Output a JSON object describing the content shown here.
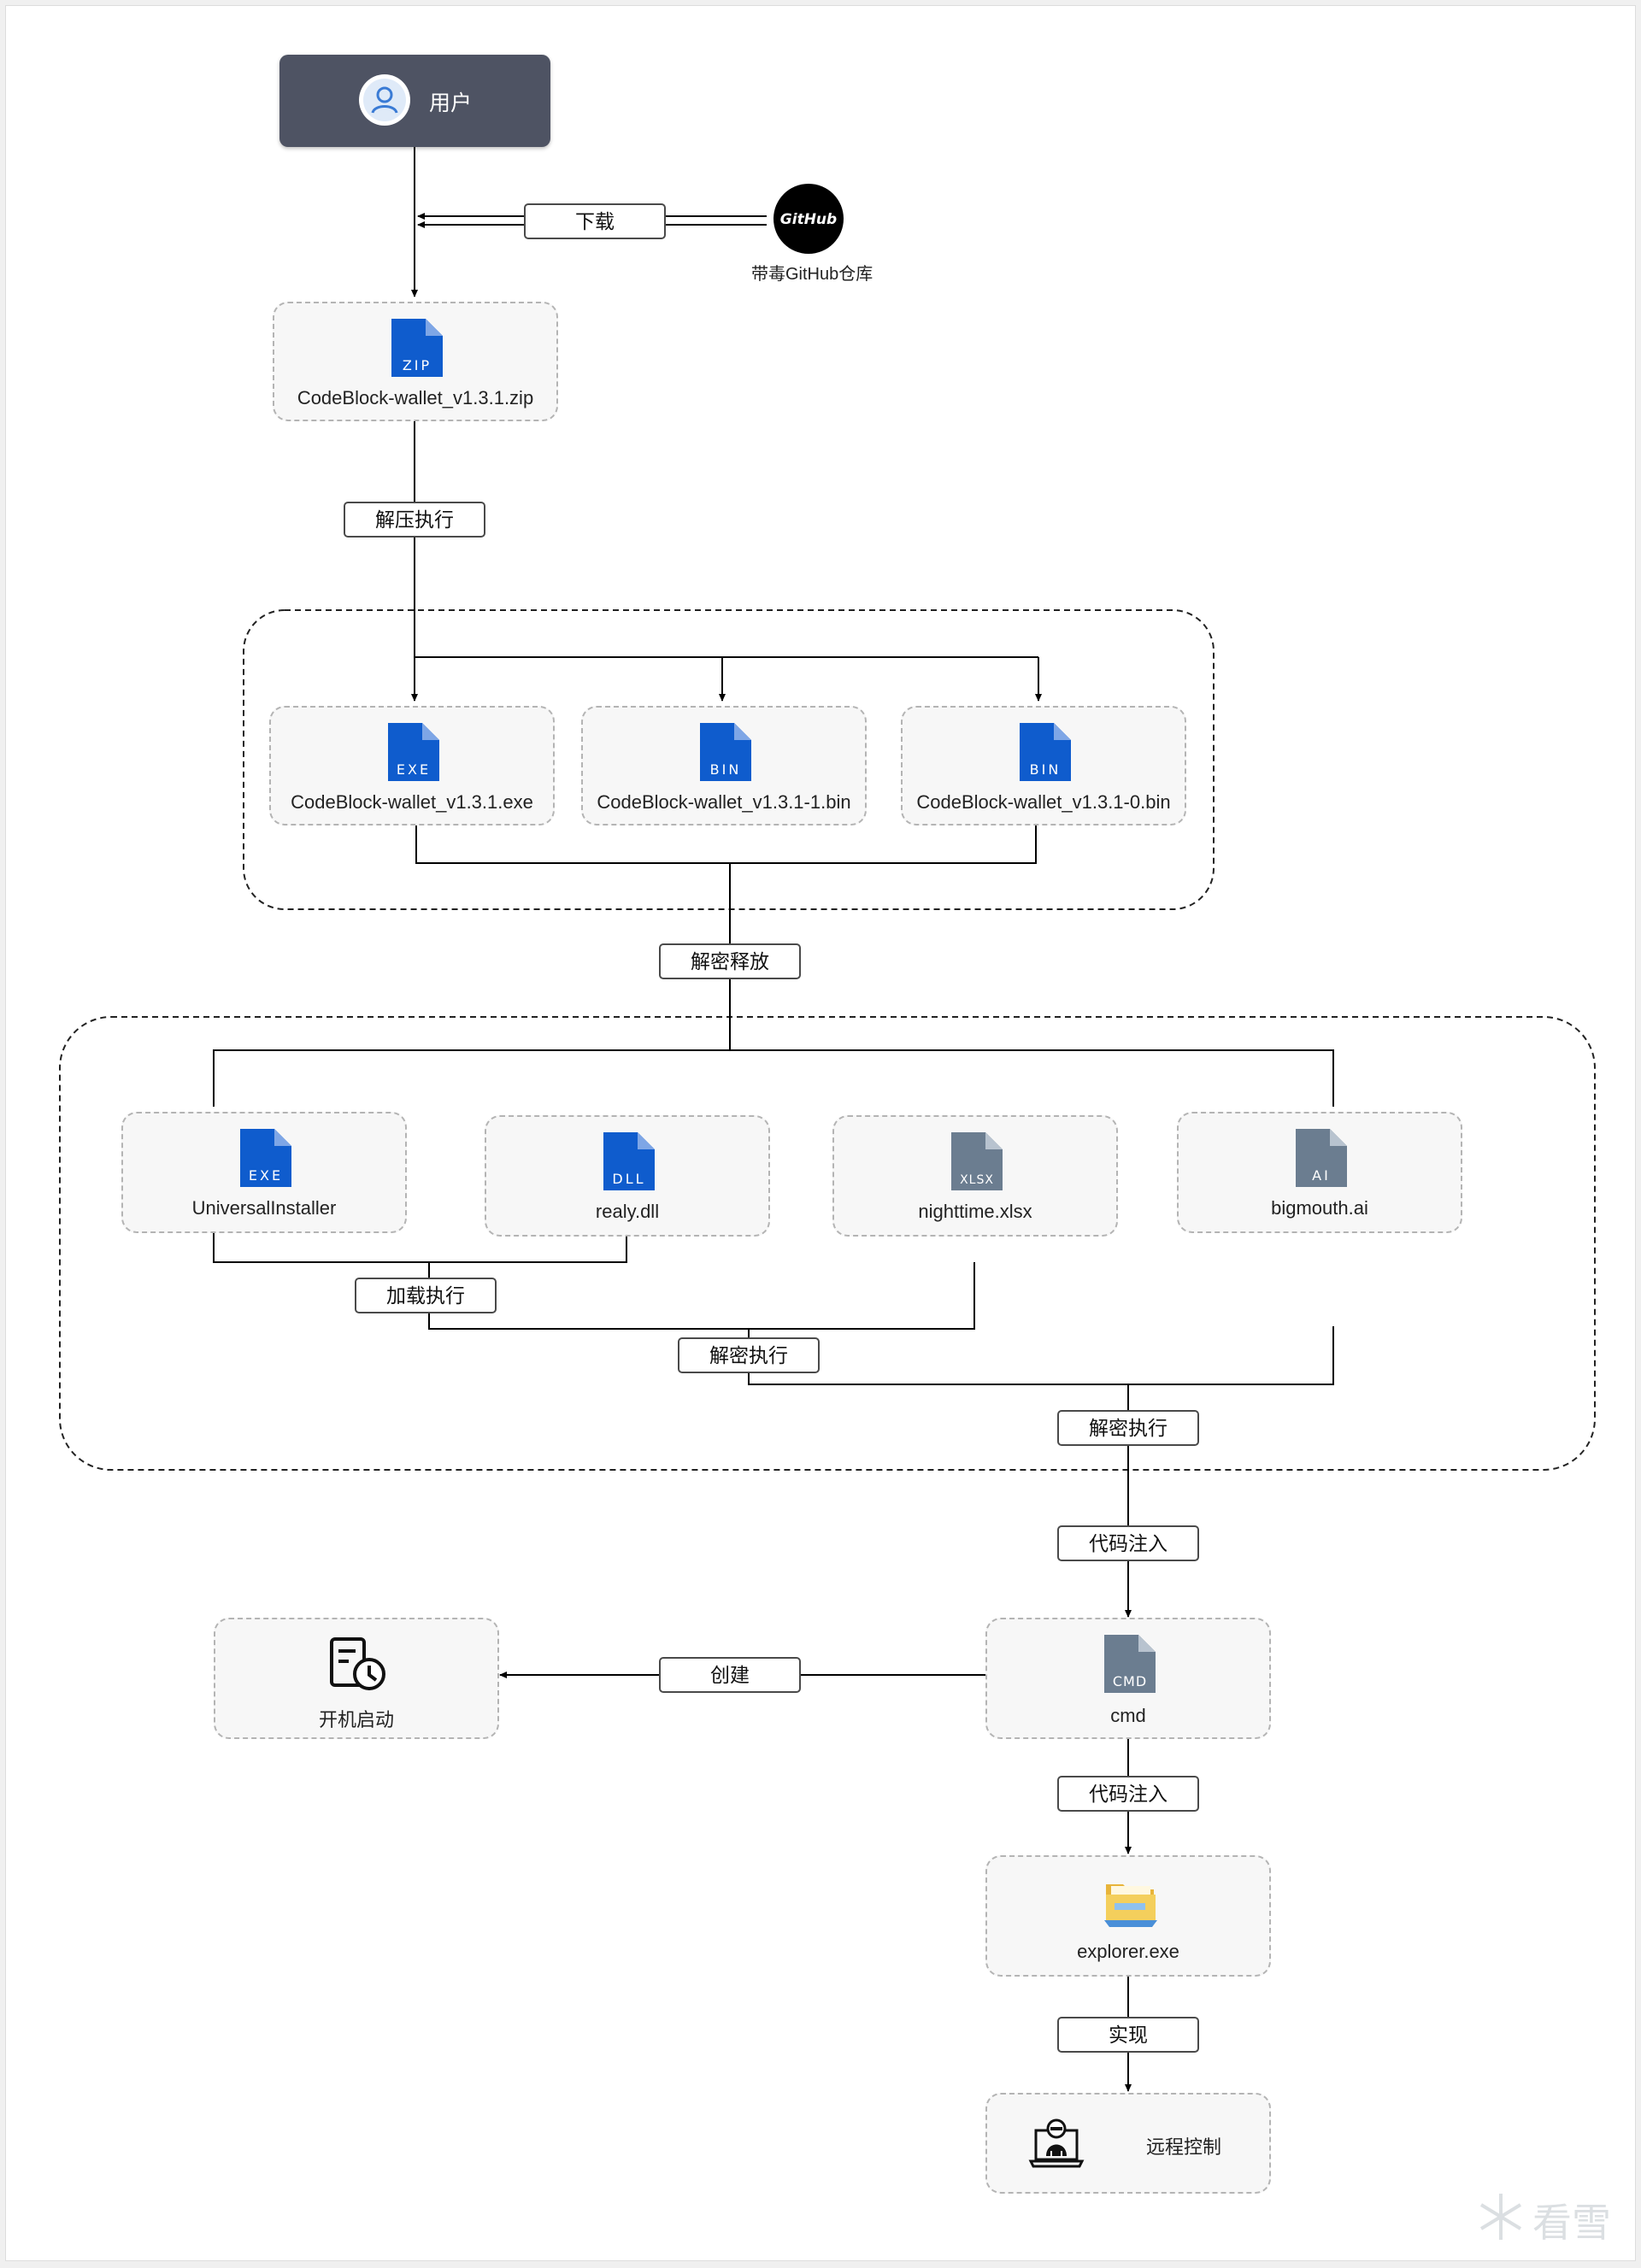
{
  "user": {
    "label": "用户",
    "icon": "user-avatar-icon"
  },
  "github": {
    "logo_text": "GitHub",
    "caption": "带毒GitHub仓库"
  },
  "files": {
    "zip": {
      "name": "CodeBlock-wallet_v1.3.1.zip",
      "badge": "ZIP",
      "color": "#0f5ccd"
    },
    "exe": {
      "name": "CodeBlock-wallet_v1.3.1.exe",
      "badge": "EXE",
      "color": "#0f5ccd"
    },
    "bin1": {
      "name": "CodeBlock-wallet_v1.3.1-1.bin",
      "badge": "BIN",
      "color": "#0f5ccd"
    },
    "bin0": {
      "name": "CodeBlock-wallet_v1.3.1-0.bin",
      "badge": "BIN",
      "color": "#0f5ccd"
    },
    "installer": {
      "name": "UniversalInstaller",
      "badge": "EXE",
      "color": "#0f5ccd"
    },
    "dll": {
      "name": "realy.dll",
      "badge": "DLL",
      "color": "#0f5ccd"
    },
    "xlsx": {
      "name": "nighttime.xlsx",
      "badge": "XLSX",
      "color": "#6b7d90"
    },
    "ai": {
      "name": "bigmouth.ai",
      "badge": "AI",
      "color": "#6b7d90"
    },
    "cmd": {
      "name": "cmd",
      "badge": "CMD",
      "color": "#6b7d90"
    },
    "explorer": {
      "name": "explorer.exe",
      "icon": "folder-explorer-icon"
    },
    "startup": {
      "name": "开机启动",
      "icon": "startup-schedule-icon"
    },
    "remote": {
      "name": "远程控制",
      "icon": "hacker-laptop-icon"
    }
  },
  "steps": {
    "download": "下载",
    "unzip_run": "解压执行",
    "decrypt_release": "解密释放",
    "load_run": "加载执行",
    "decrypt_run_1": "解密执行",
    "decrypt_run_2": "解密执行",
    "inject_1": "代码注入",
    "inject_2": "代码注入",
    "create": "创建",
    "achieve": "实现"
  },
  "watermark": {
    "text": "看雪",
    "icon": "snowflake-icon"
  },
  "colors": {
    "user_box": "#4e5363",
    "file_blue": "#0f5ccd",
    "file_gray": "#6b7d90",
    "line": "#000000"
  }
}
